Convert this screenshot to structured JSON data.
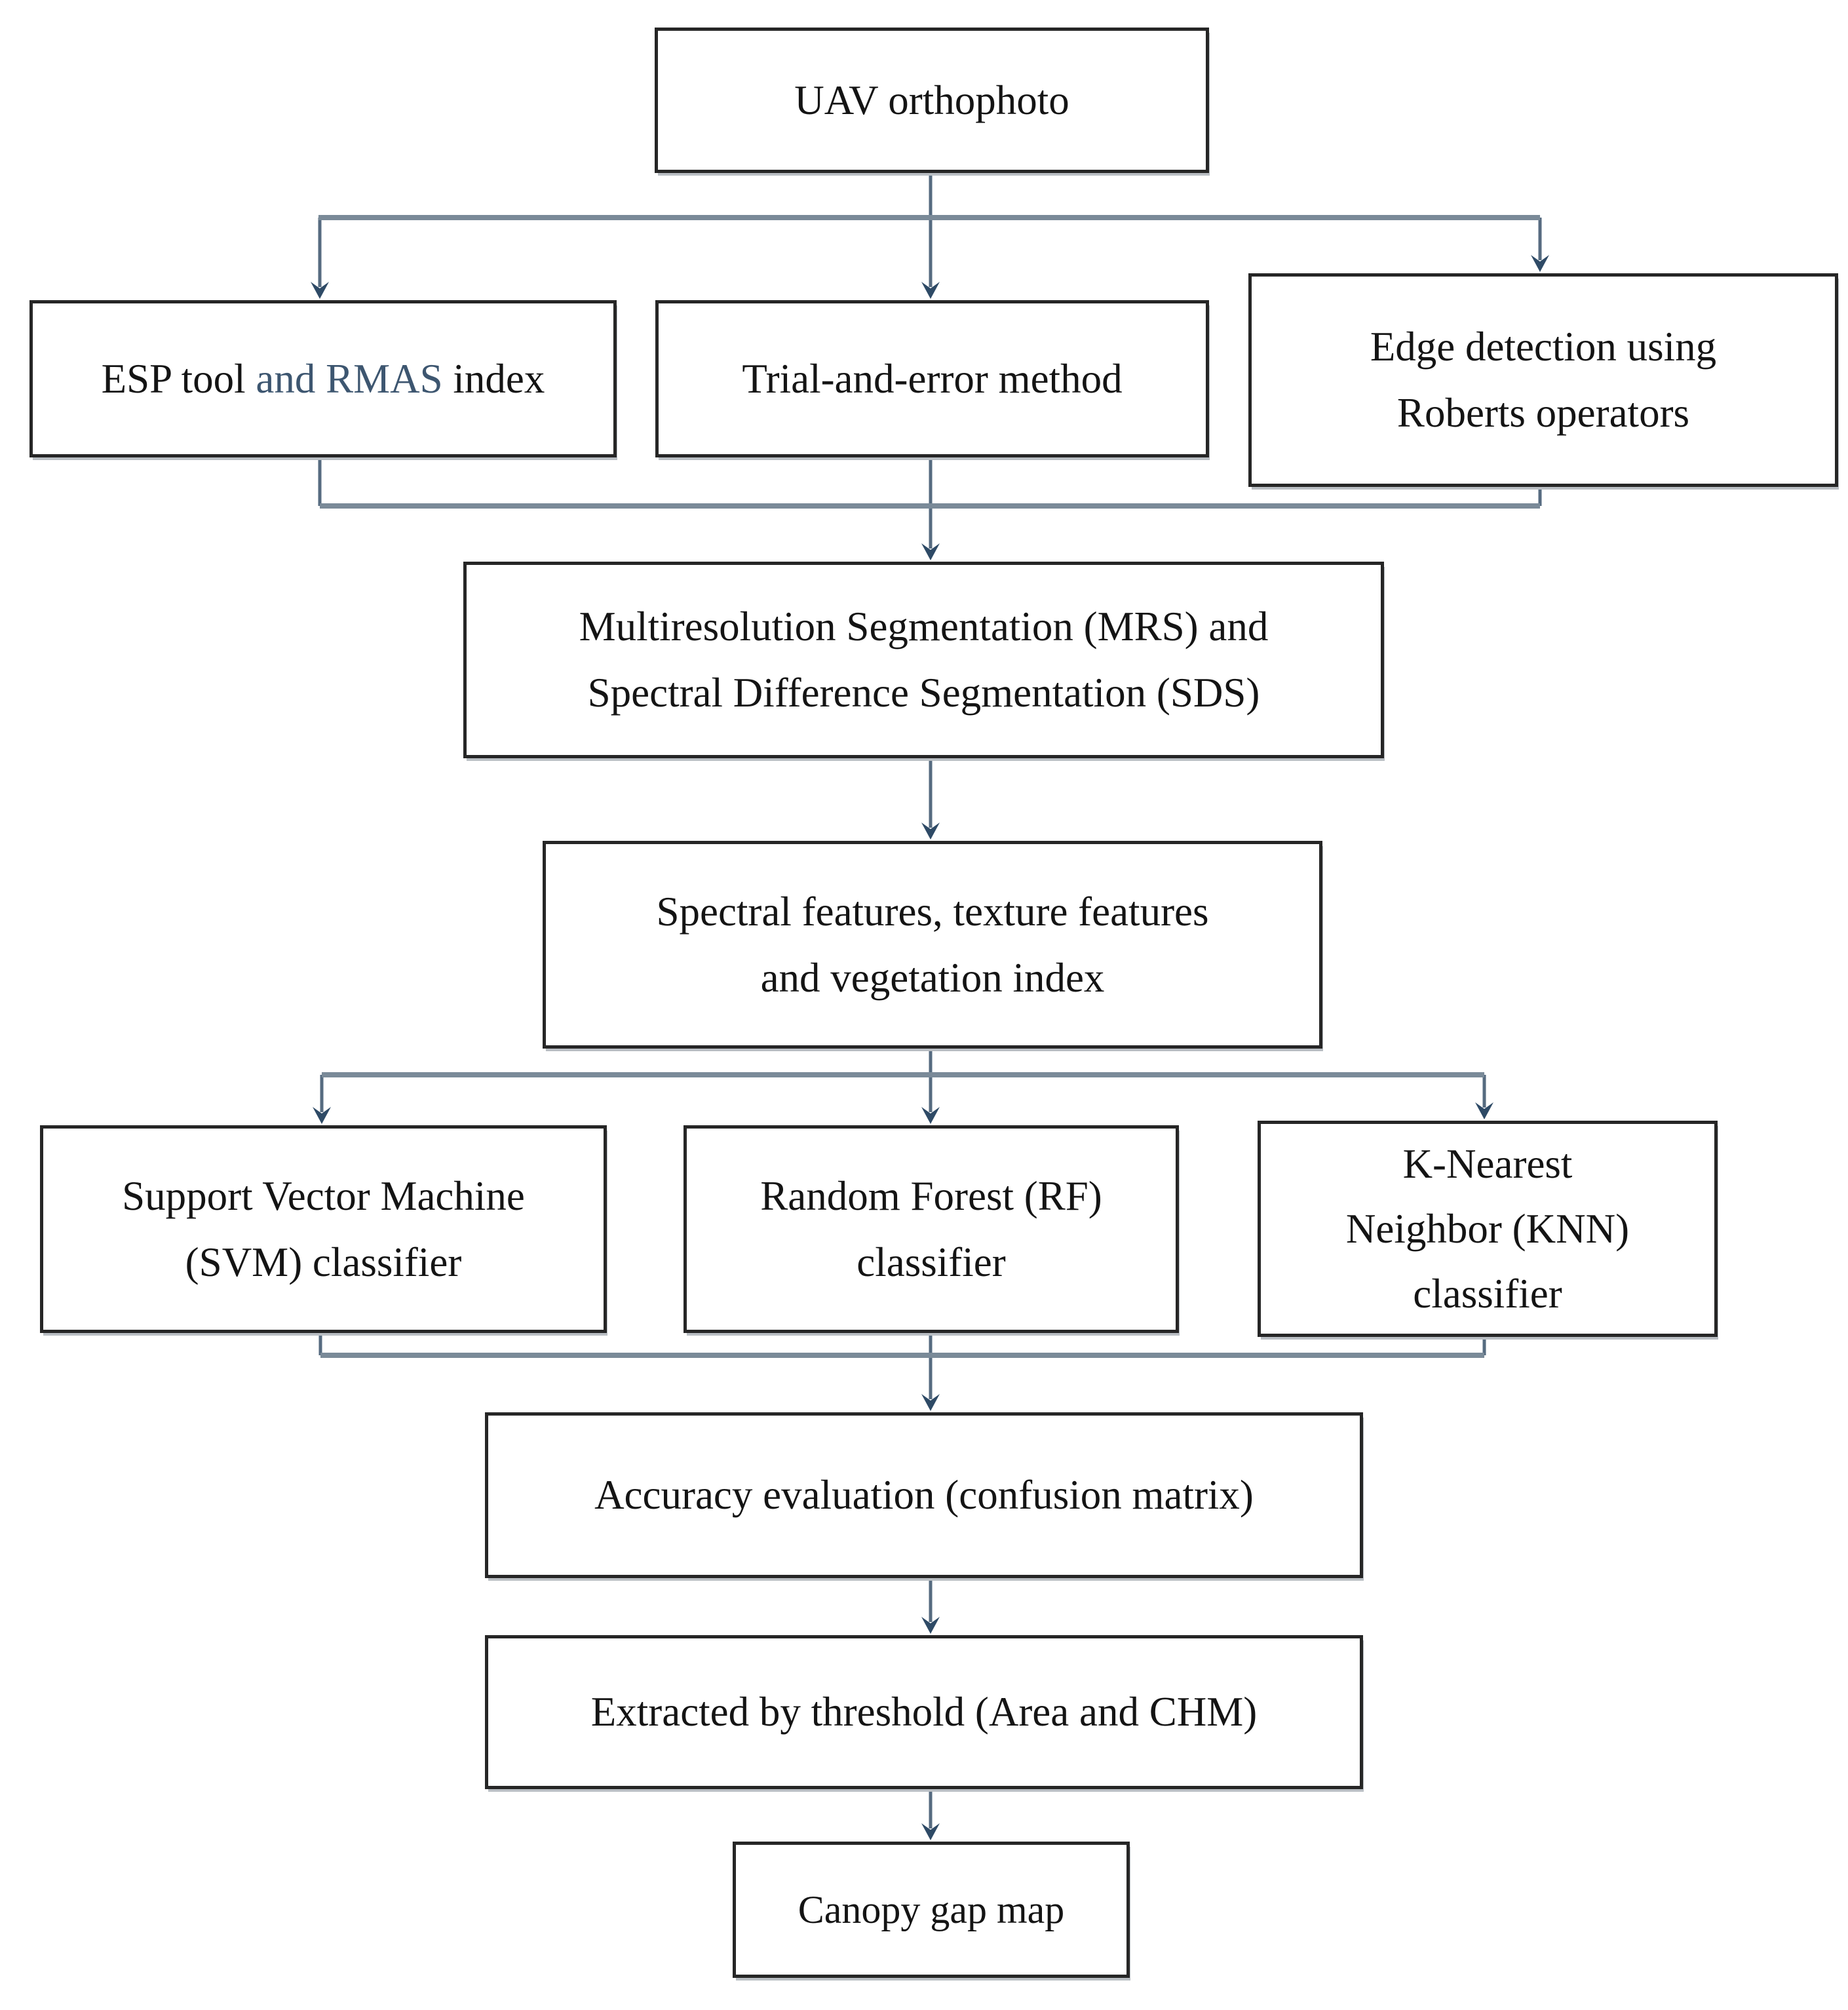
{
  "colors": {
    "background": "#ffffff",
    "box_border": "#262626",
    "box_fill": "#ffffff",
    "text": "#141414",
    "accent_text": "#3d5670",
    "connector_line": "#566b80",
    "connector_bus": "#7a8a98",
    "arrowhead": "#2e4a66"
  },
  "nodes": {
    "uav": {
      "lines": [
        "UAV orthophoto"
      ]
    },
    "esp": {
      "parts": [
        {
          "text": "ESP tool "
        },
        {
          "text": "and RMAS"
        },
        {
          "text": " index"
        }
      ]
    },
    "trial": {
      "lines": [
        "Trial-and-error method"
      ]
    },
    "edge": {
      "lines": [
        "Edge detection using",
        "Roberts operators"
      ]
    },
    "mrs": {
      "lines": [
        "Multiresolution Segmentation (MRS) and",
        "Spectral Difference Segmentation (SDS)"
      ]
    },
    "features": {
      "lines": [
        "Spectral features, texture features",
        "and vegetation index"
      ]
    },
    "svm": {
      "lines": [
        "Support Vector Machine",
        "(SVM) classifier"
      ]
    },
    "rf": {
      "lines": [
        "Random Forest (RF)",
        "classifier"
      ]
    },
    "knn": {
      "lines": [
        "K-Nearest",
        "Neighbor (KNN)",
        "classifier"
      ]
    },
    "accuracy": {
      "lines": [
        "Accuracy evaluation (confusion matrix)"
      ]
    },
    "extract": {
      "lines": [
        "Extracted by threshold (Area and CHM)"
      ]
    },
    "canopy": {
      "lines": [
        "Canopy gap map"
      ]
    }
  }
}
